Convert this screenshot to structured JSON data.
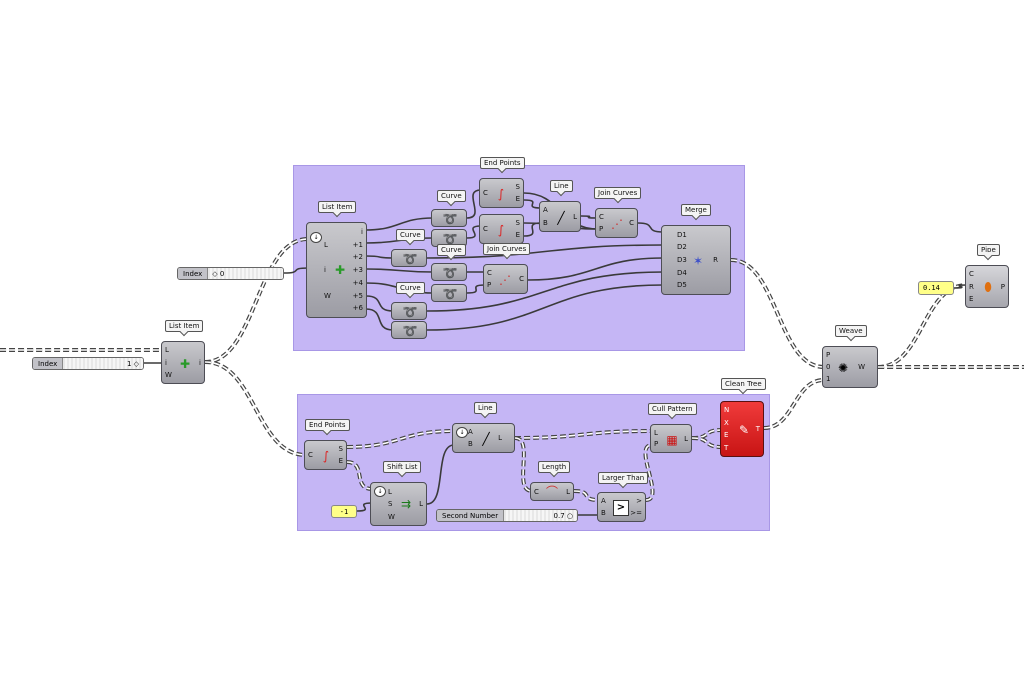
{
  "colors": {
    "group_fill": "#c5b6f5",
    "component": "#aeaeb5",
    "clean_tree": "#e02020",
    "panel": "#ffff88",
    "wire": "#555555"
  },
  "list_item_main": {
    "title": "List Item",
    "inputs": [
      "L",
      "i",
      "W"
    ],
    "outputs": [
      "i"
    ]
  },
  "index_slider_main": {
    "name": "Index",
    "value": "1 ◇"
  },
  "group_top": {
    "list_item": {
      "title": "List Item",
      "inputs": [
        "L",
        "i",
        "W"
      ],
      "outputs": [
        "i",
        "+1",
        "+2",
        "+3",
        "+4",
        "+5",
        "+6"
      ]
    },
    "index_slider": {
      "name": "Index",
      "value": "◇ 0"
    },
    "curve_a": {
      "title": "Curve"
    },
    "curve_b": {
      "title": "Curve"
    },
    "curve_c": {
      "title": "Curve"
    },
    "curve_d": {
      "title": "Curve"
    },
    "end_points_1": {
      "title": "End Points",
      "inputs": [
        "C"
      ],
      "outputs": [
        "S",
        "E"
      ]
    },
    "end_points_2": {
      "inputs": [
        "C"
      ],
      "outputs": [
        "S",
        "E"
      ]
    },
    "line": {
      "title": "Line",
      "inputs": [
        "A",
        "B"
      ],
      "outputs": [
        "L"
      ]
    },
    "join_curves_1": {
      "title": "Join Curves",
      "inputs": [
        "C",
        "P"
      ],
      "outputs": [
        "C"
      ]
    },
    "join_curves_2": {
      "title": "Join Curves",
      "inputs": [
        "C",
        "P"
      ],
      "outputs": [
        "C"
      ]
    },
    "merge": {
      "title": "Merge",
      "inputs": [
        "D1",
        "D2",
        "D3",
        "D4",
        "D5"
      ],
      "outputs": [
        "R"
      ]
    }
  },
  "group_bottom": {
    "end_points": {
      "title": "End Points",
      "inputs": [
        "C"
      ],
      "outputs": [
        "S",
        "E"
      ]
    },
    "shift_panel": {
      "value": "-1"
    },
    "shift_list": {
      "title": "Shift List",
      "inputs": [
        "L",
        "S",
        "W"
      ],
      "outputs": [
        "L"
      ]
    },
    "line": {
      "title": "Line",
      "inputs": [
        "A",
        "B"
      ],
      "outputs": [
        "L"
      ]
    },
    "length": {
      "title": "Length",
      "inputs": [
        "C"
      ],
      "outputs": [
        "L"
      ]
    },
    "second_number": {
      "name": "Second Number",
      "value": "0.7 ○"
    },
    "larger_than": {
      "title": "Larger Than",
      "inputs": [
        "A",
        "B"
      ],
      "outputs": [
        ">",
        ">="
      ]
    },
    "cull_pattern": {
      "title": "Cull Pattern",
      "inputs": [
        "L",
        "P"
      ],
      "outputs": [
        "L"
      ]
    },
    "clean_tree": {
      "title": "Clean Tree",
      "inputs": [
        "N",
        "X",
        "E",
        "T"
      ],
      "outputs": [
        "T"
      ]
    }
  },
  "weave": {
    "title": "Weave",
    "inputs": [
      "P",
      "0",
      "1"
    ],
    "outputs": [
      "W"
    ]
  },
  "pipe_panel": {
    "value": "0.14"
  },
  "pipe": {
    "title": "Pipe",
    "inputs": [
      "C",
      "R",
      "E"
    ],
    "outputs": [
      "P"
    ]
  }
}
